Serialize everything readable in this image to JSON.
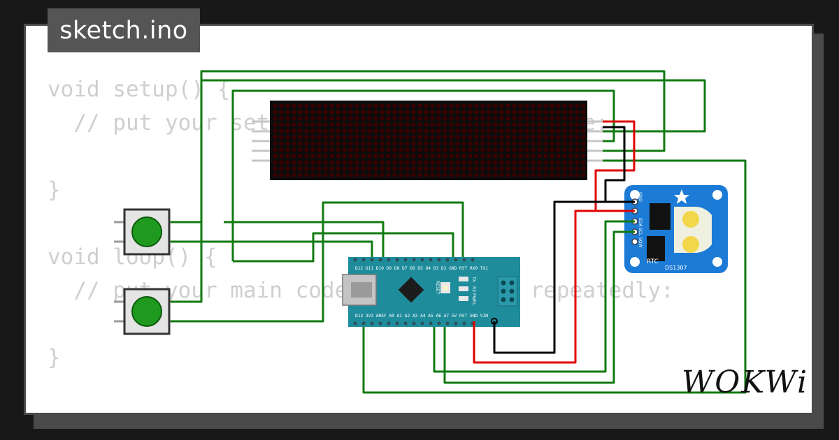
{
  "editor": {
    "filename": "sketch.ino",
    "code_lines": [
      "void setup() {",
      "  // put your setup code here, to run once:",
      "",
      "}",
      "",
      "void loop() {",
      "  // put your main code here, to run repeatedly:",
      "",
      "}"
    ]
  },
  "brand": {
    "name": "WOKWi"
  },
  "rtc": {
    "title": "RTC",
    "model": "DS1307",
    "pins": [
      "GND",
      "5V",
      "SDA",
      "SCL",
      "SQW"
    ]
  },
  "nano": {
    "top_pins": "D12 D11 D10 D9 D8 D7 D6 D5 D4 D3 D2 GND RST RX0 TX1",
    "bottom_pins": "D13 3V3 AREF A0 A1 A2 A3 A4 A5 A6 A7 5V RST GND VIN",
    "labels": [
      "RESET",
      "TX",
      "RX",
      "PWR",
      "L"
    ]
  },
  "colors": {
    "wire_green": "#107a10",
    "wire_red": "#e00000",
    "wire_black": "#000000",
    "board_teal": "#1f8c9c",
    "rtc_blue": "#1c7bd6",
    "button_green": "#1f9a1f"
  }
}
